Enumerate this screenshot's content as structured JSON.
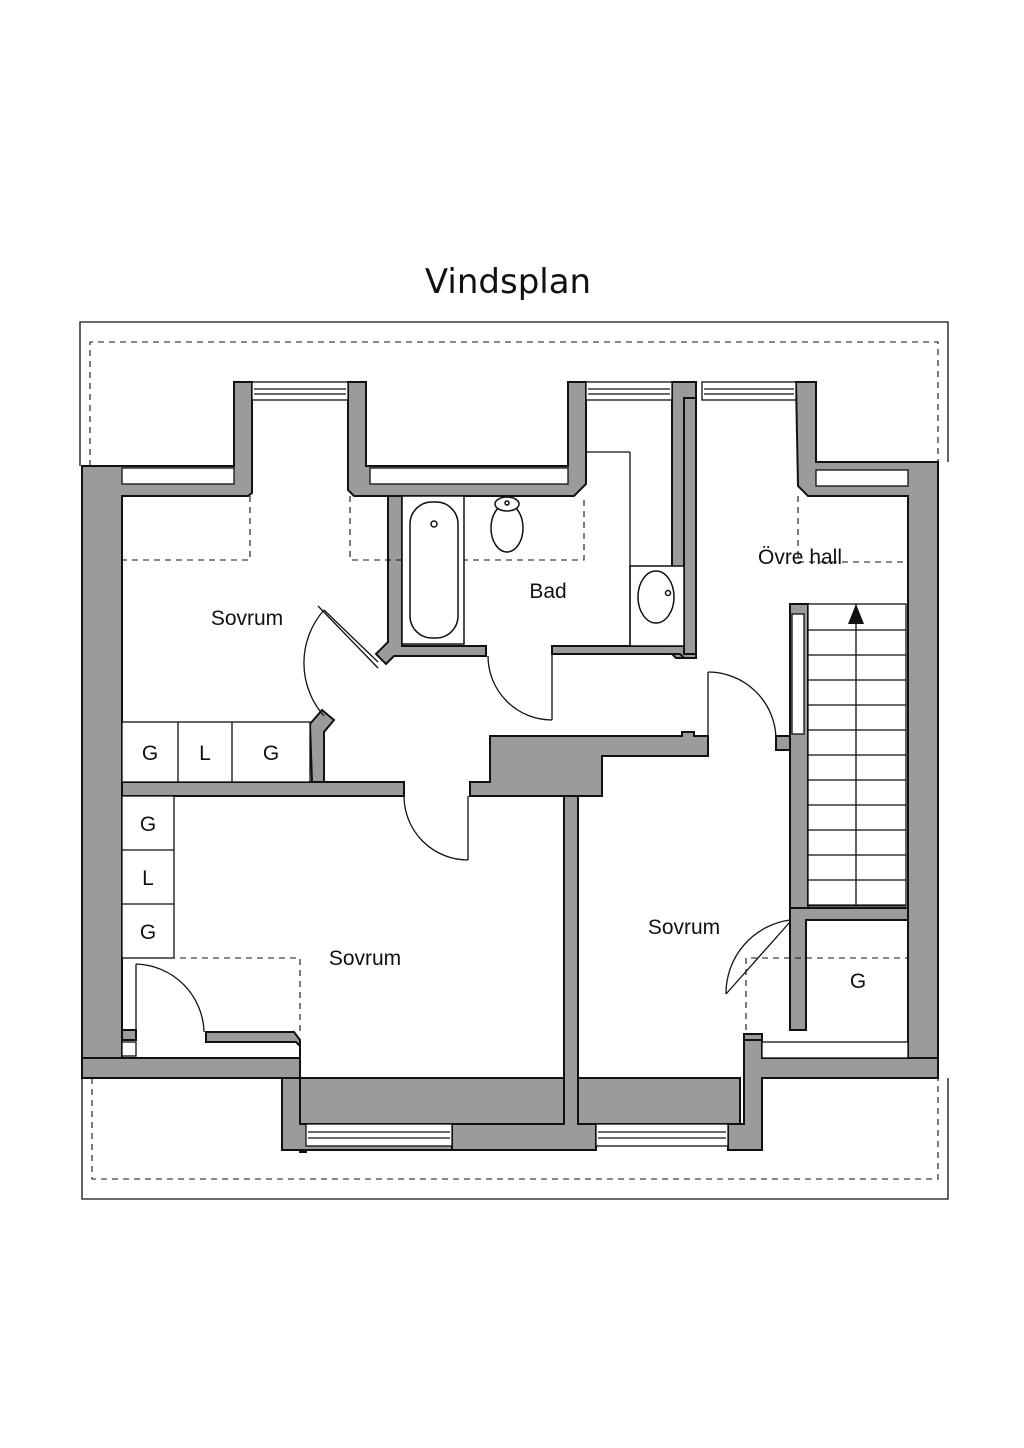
{
  "title": "Vindsplan",
  "rooms": {
    "sovrum_top": "Sovrum",
    "bad": "Bad",
    "ovre_hall": "Övre hall",
    "sovrum_bottom_left": "Sovrum",
    "sovrum_bottom_right": "Sovrum"
  },
  "closets": {
    "top_row": [
      "G",
      "L",
      "G"
    ],
    "left_column": [
      "G",
      "L",
      "G"
    ],
    "stair_closet": "G"
  },
  "colors": {
    "wall_fill": "#9b9b9b",
    "line": "#111111",
    "background": "#ffffff"
  }
}
